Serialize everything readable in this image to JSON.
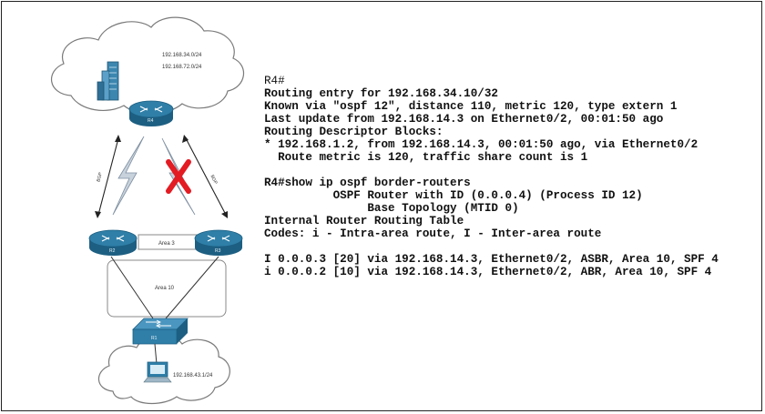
{
  "diagram": {
    "top_cloud_prefixes": [
      "192.168.34.0/24",
      "192.168.72.0/24"
    ],
    "router_top_label": "R4",
    "router_left_label": "R2",
    "router_right_label": "R3",
    "area_3_label": "Area 3",
    "area_10_label": "Area 10",
    "switch_label": "R1",
    "link_left_label": "BGP",
    "link_right_label": "BGP",
    "pc_prefix": "192.168.43.1/24",
    "colors": {
      "router": "#2f7fa8",
      "router_dark": "#1d5f82",
      "failure_x": "#e31b23",
      "cloud_stroke": "#7a7a7a"
    }
  },
  "cli": {
    "lines": [
      {
        "text": "R4#",
        "style": "prompt"
      },
      {
        "text": "Routing entry for 192.168.34.10/32",
        "style": "bold"
      },
      {
        "text": "Known via \"ospf 12\", distance 110, metric 120, type extern 1",
        "style": "bold"
      },
      {
        "text": "Last update from 192.168.14.3 on Ethernet0/2, 00:01:50 ago",
        "style": "bold"
      },
      {
        "text": "Routing Descriptor Blocks:",
        "style": "bold"
      },
      {
        "text": "* 192.168.1.2, from 192.168.14.3, 00:01:50 ago, via Ethernet0/2",
        "style": "bold"
      },
      {
        "text": "  Route metric is 120, traffic share count is 1",
        "style": "bold"
      },
      {
        "text": "",
        "style": "blank"
      },
      {
        "text": "R4#show ip ospf border-routers",
        "style": "bold"
      },
      {
        "text": "          OSPF Router with ID (0.0.0.4) (Process ID 12)",
        "style": "bold"
      },
      {
        "text": "               Base Topology (MTID 0)",
        "style": "bold"
      },
      {
        "text": "Internal Router Routing Table",
        "style": "bold"
      },
      {
        "text": "Codes: i - Intra-area route, I - Inter-area route",
        "style": "bold"
      },
      {
        "text": "",
        "style": "blank"
      },
      {
        "text": "I 0.0.0.3 [20] via 192.168.14.3, Ethernet0/2, ASBR, Area 10, SPF 4",
        "style": "bold"
      },
      {
        "text": "i 0.0.0.2 [10] via 192.168.14.3, Ethernet0/2, ABR, Area 10, SPF 4",
        "style": "bold"
      }
    ]
  }
}
